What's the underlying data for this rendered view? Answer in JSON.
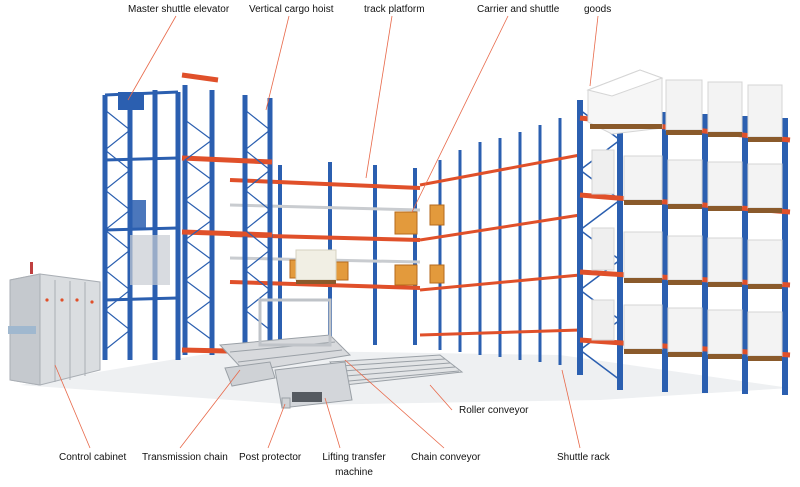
{
  "labels": {
    "master_shuttle_elevator": "Master shuttle elevator",
    "vertical_cargo_hoist": "Vertical cargo hoist",
    "track_platform": "track platform",
    "carrier_and_shuttle": "Carrier and shuttle",
    "goods": "goods",
    "roller_conveyor": "Roller conveyor",
    "control_cabinet": "Control cabinet",
    "transmission_chain": "Transmission chain",
    "post_protector": "Post protector",
    "lifting_transfer_machine_line1": "Lifting transfer",
    "lifting_transfer_machine_line2": "machine",
    "chain_conveyor": "Chain conveyor",
    "shuttle_rack": "Shuttle rack"
  },
  "colors": {
    "upright_blue": "#2b5fb0",
    "beam_orange": "#e0502a",
    "leader_line": "#e8694a",
    "cabinet_grey": "#dadde0",
    "pallet_brown": "#8a5a2b",
    "goods_white": "#f6f6f6",
    "carrier_orange": "#e39a3c",
    "conveyor_grey": "#9aa0a6"
  }
}
